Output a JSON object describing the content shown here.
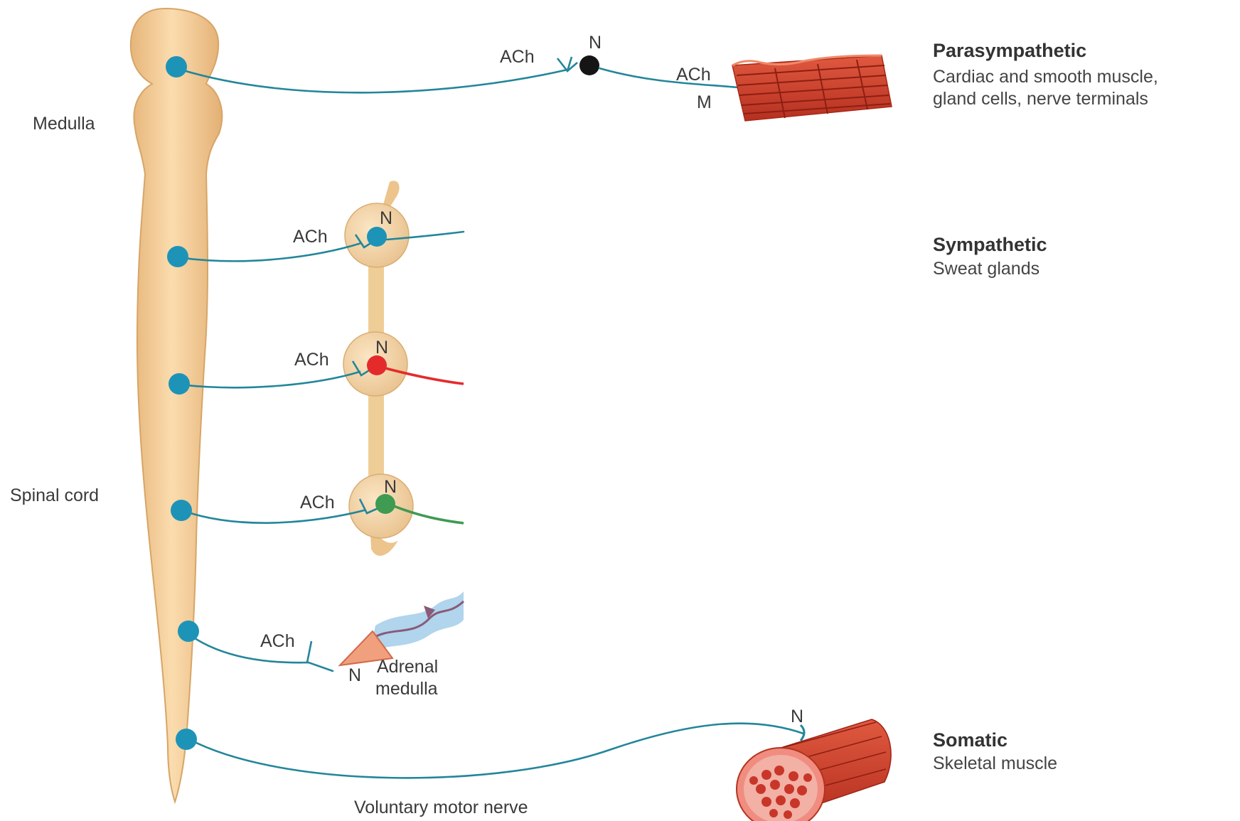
{
  "labels": {
    "medulla": "Medulla",
    "spinal_cord": "Spinal cord",
    "ach": "ACh",
    "n": "N",
    "m": "M",
    "adrenal_1": "Adrenal",
    "adrenal_2": "medulla",
    "voluntary_motor_nerve": "Voluntary motor nerve"
  },
  "divisions": [
    {
      "title": "Parasympathetic",
      "lines": [
        "Cardiac and smooth muscle,",
        "gland cells, nerve terminals"
      ]
    },
    {
      "title": "Sympathetic",
      "lines": [
        "Sweat glands"
      ]
    },
    {
      "title": "Somatic",
      "lines": [
        "Skeletal muscle"
      ]
    }
  ],
  "colors": {
    "nerve": "#23869a",
    "node": "#1e93b8",
    "cord": "#f3cb97",
    "cord_edge": "#d7a567",
    "red_fiber": "#e42b2b",
    "green_fiber": "#3f9a52",
    "muscle": "#d2402e",
    "blood": "#6fb3dc"
  }
}
